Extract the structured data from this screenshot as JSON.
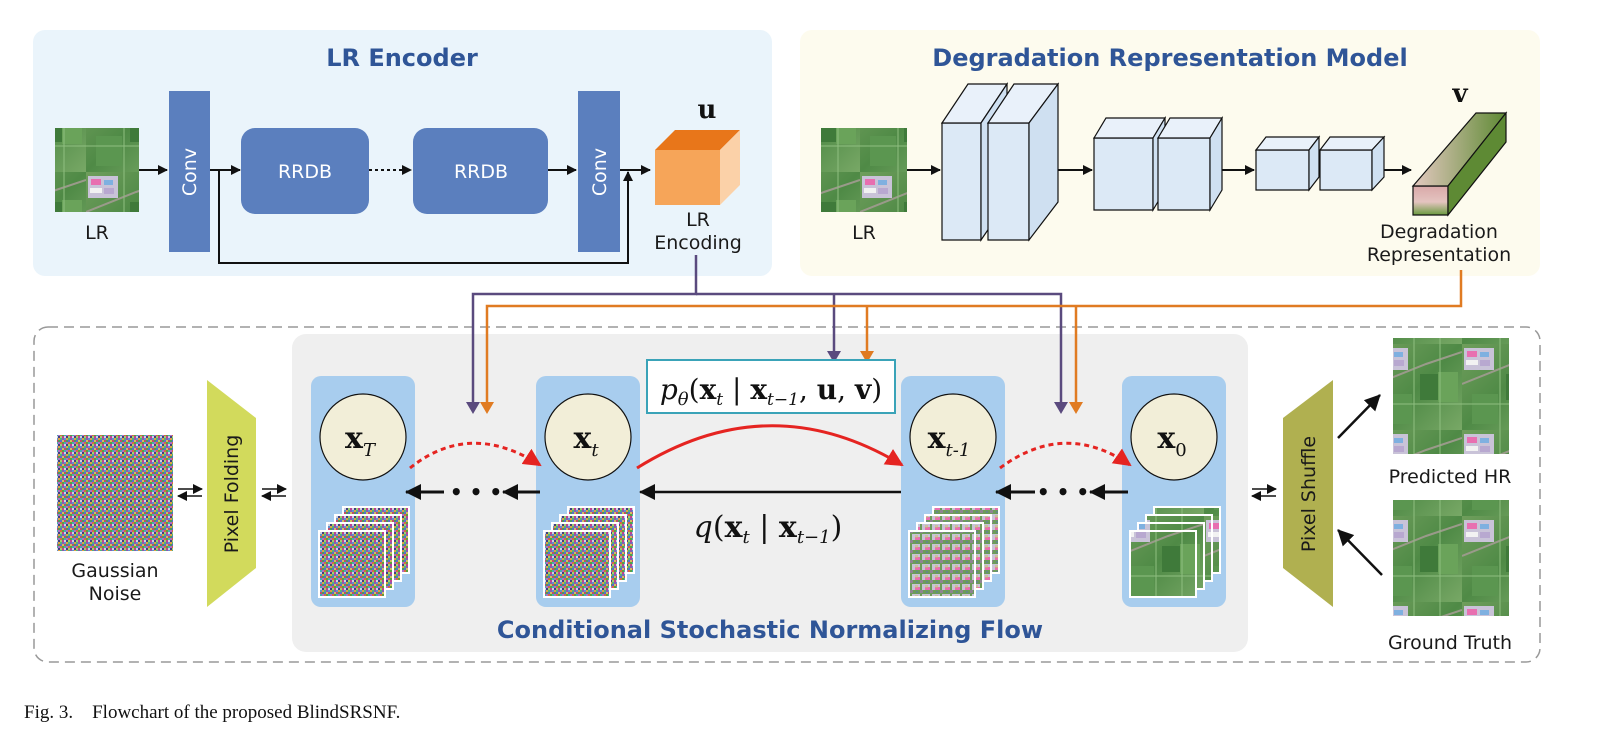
{
  "lr_encoder": {
    "title": "LR Encoder",
    "input_label": "LR",
    "conv_label": "Conv",
    "rrdb_label": "RRDB",
    "output_symbol": "u",
    "output_label_line1": "LR",
    "output_label_line2": "Encoding"
  },
  "degradation_model": {
    "title": "Degradation Representation Model",
    "input_label": "LR",
    "output_symbol": "v",
    "output_label_line1": "Degradation",
    "output_label_line2": "Representation"
  },
  "flow": {
    "title": "Conditional Stochastic Normalizing Flow",
    "gaussian_label_line1": "Gaussian",
    "gaussian_label_line2": "Noise",
    "pixel_folding_label": "Pixel Folding",
    "pixel_shuffle_label": "Pixel Shuffle",
    "predicted_label": "Predicted HR",
    "ground_truth_label": "Ground Truth",
    "state_T": {
      "base": "x",
      "sub": "T"
    },
    "state_t": {
      "base": "x",
      "sub": "t"
    },
    "state_t1": {
      "base": "x",
      "sub": "t-1"
    },
    "state_0": {
      "base": "x",
      "sub": "0"
    },
    "ellipsis": "• • •",
    "forward_formula": {
      "p": "p",
      "theta": "θ",
      "lparen": "(",
      "x": "x",
      "t": "t",
      "bar": " | ",
      "x2": "x",
      "tm1": "t−1",
      "comma": ", ",
      "u": "u",
      "comma2": ", ",
      "v": "v",
      "rparen": ")"
    },
    "reverse_formula": {
      "q": "q",
      "lparen": "(",
      "x": "x",
      "t": "t",
      "bar": " | ",
      "x2": "x",
      "tm1": "t−1",
      "rparen": ")"
    }
  },
  "caption": "Fig. 3.    Flowchart of the proposed BlindSRSNF.",
  "colors": {
    "encoder_bg": "#eaf4fb",
    "degradation_bg": "#fdfbee",
    "flow_bg": "#efefef",
    "block_blue": "#5b7fbe",
    "state_card": "#a8cdee",
    "state_circle": "#f2eed8",
    "purple_arrow": "#5a4a7e",
    "orange_arrow": "#e07b22",
    "red_arrow": "#e52421",
    "folding": "#d2da5c",
    "shuffle": "#b0b050",
    "title_blue": "#2f5597"
  }
}
